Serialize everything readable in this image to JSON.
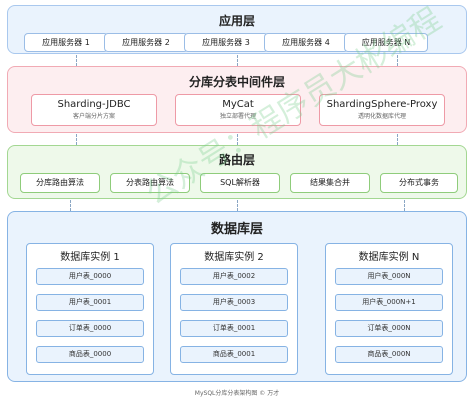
{
  "app_layer": {
    "title": "应用层",
    "servers": [
      "应用服务器 1",
      "应用服务器 2",
      "应用服务器 3",
      "应用服务器 4",
      "应用服务器 N"
    ]
  },
  "middleware_layer": {
    "title": "分库分表中间件层",
    "nodes": [
      {
        "name": "Sharding-JDBC",
        "desc": "客户端分片方案"
      },
      {
        "name": "MyCat",
        "desc": "独立部署代理"
      },
      {
        "name": "ShardingSphere-Proxy",
        "desc": "透明化数据库代理"
      }
    ]
  },
  "routing_layer": {
    "title": "路由层",
    "nodes": [
      "分库路由算法",
      "分表路由算法",
      "SQL解析器",
      "结果集合并",
      "分布式事务"
    ]
  },
  "database_layer": {
    "title": "数据库层",
    "instances": [
      {
        "title": "数据库实例 1",
        "tables": [
          "用户表_0000",
          "用户表_0001",
          "订单表_0000",
          "商品表_0000"
        ]
      },
      {
        "title": "数据库实例 2",
        "tables": [
          "用户表_0002",
          "用户表_0003",
          "订单表_0001",
          "商品表_0001"
        ]
      },
      {
        "title": "数据库实例 N",
        "tables": [
          "用户表_000N",
          "用户表_000N+1",
          "订单表_000N",
          "商品表_000N"
        ]
      }
    ]
  },
  "caption": "MySQL分库分表架构图 © 万才",
  "watermark": "公众号：程序员大彬编程"
}
